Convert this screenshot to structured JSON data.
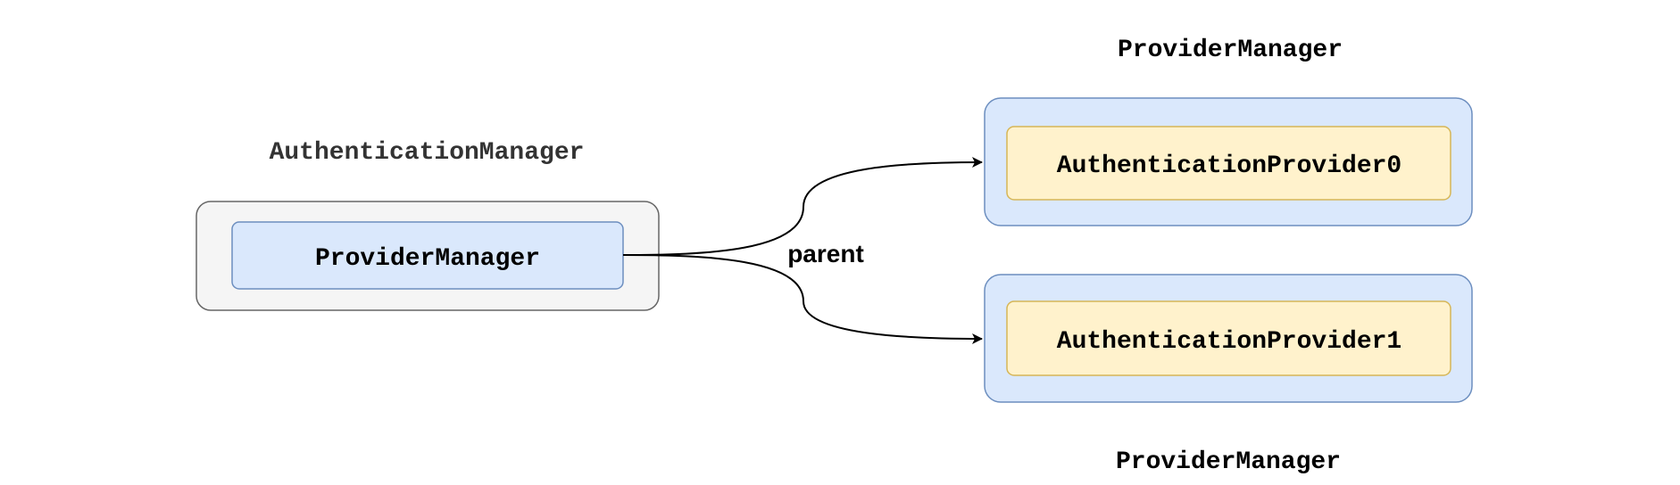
{
  "diagram": {
    "left_group": {
      "title": "AuthenticationManager",
      "inner_label": "ProviderManager"
    },
    "right_top_group": {
      "title": "ProviderManager",
      "inner_label": "AuthenticationProvider0"
    },
    "right_bottom_group": {
      "title": "ProviderManager",
      "inner_label": "AuthenticationProvider1"
    },
    "edge_label": "parent"
  },
  "colors": {
    "outer_gray_fill": "#f5f5f5",
    "outer_gray_stroke": "#666666",
    "blue_fill": "#dae8fc",
    "blue_stroke": "#6c8ebf",
    "yellow_fill": "#fff2cc",
    "yellow_stroke": "#d6b656",
    "title_text": "#333333",
    "text": "#000000"
  }
}
